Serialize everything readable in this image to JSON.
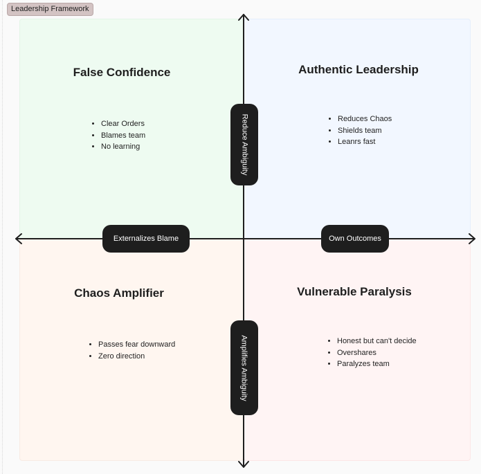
{
  "frame_label": "Leadership Framework",
  "quadrants": {
    "top_left": {
      "title": "False Confidence",
      "bullets": [
        "Clear Orders",
        "Blames team",
        "No learning"
      ]
    },
    "top_right": {
      "title": "Authentic Leadership",
      "bullets": [
        "Reduces Chaos",
        "Shields team",
        "Leanrs fast"
      ]
    },
    "bottom_left": {
      "title": "Chaos Amplifier",
      "bullets": [
        "Passes fear downward",
        "Zero direction"
      ]
    },
    "bottom_right": {
      "title": "Vulnerable Paralysis",
      "bullets": [
        "Honest but can't decide",
        "Overshares",
        "Paralyzes team"
      ]
    }
  },
  "axes": {
    "top": "Reduce Ambiguity",
    "bottom": "Amplifies Ambiguity",
    "left": "Externalizes Blame",
    "right": "Own Outcomes"
  }
}
